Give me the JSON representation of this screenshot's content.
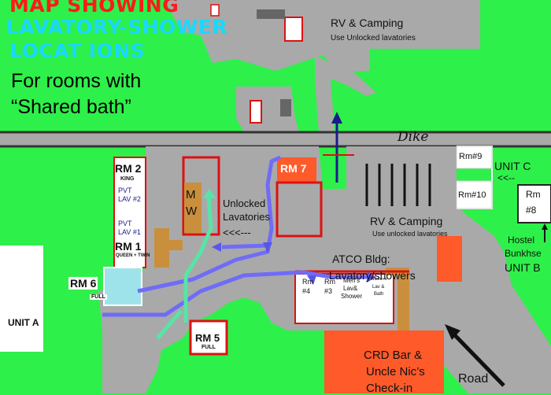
{
  "title_lines": [
    "MAP SHOWING",
    "LAVATORY-SHOWER",
    "LOCAT IONS"
  ],
  "subtitle_lines": [
    "For rooms with",
    "“Shared bath”"
  ],
  "labels": {
    "rv_top_1": "RV & Camping",
    "rv_top_2": "Use Unlocked lavatories",
    "dike": "Dike",
    "unlocked_1": "Unlocked",
    "unlocked_2": "Lavatories",
    "unlocked_3": "<<<---",
    "rv_mid_1": "RV & Camping",
    "rv_mid_2": "Use unlocked lavatories",
    "atco_1": "ATCO Bldg:",
    "atco_2": "Lavatory/showers",
    "unit_c": "UNIT C",
    "unit_c_arrow": "<<--",
    "hostel_1": "Hostel",
    "hostel_2": "Bunkhse",
    "hostel_3": "UNIT B",
    "unit_a": "UNIT A",
    "crd_1": "CRD Bar &",
    "crd_2": "Uncle Nic’s",
    "crd_3": "Check-in",
    "road": "Road",
    "m": "M",
    "w": "W"
  },
  "rooms": {
    "rm2": "RM 2",
    "rm2_sub": "KING",
    "pvt2_1": "PVT",
    "pvt2_2": "LAV #2",
    "pvt1_1": "PVT",
    "pvt1_2": "LAV #1",
    "rm1": "RM 1",
    "rm1_sub": "QUEEN + TWIN",
    "rm6": "RM 6",
    "rm6_sub": "FULL",
    "rm7": "RM 7",
    "rm5": "RM 5",
    "rm5_sub": "FULL",
    "rm9": "Rm#9",
    "rm10": "Rm#10",
    "rm8_1": "Rm",
    "rm8_2": "#8",
    "rm4_1": "Rm",
    "rm4_2": "#4",
    "rm3_1": "Rm",
    "rm3_2": "#3",
    "mens_1": "Men's",
    "mens_2": "Lav&",
    "mens_3": "Shower",
    "womens_1": "Women's",
    "womens_2": "Lav &",
    "womens_3": "Bath"
  },
  "colors": {
    "background": "#2ef04a",
    "road_gray": "#a9a9a9",
    "room_border": "#dd1111",
    "route_blue": "#6f6cf7",
    "route_teal": "#55e6a6",
    "building_orange": "#ff5a2a",
    "lavatory_tan": "#c98f3c",
    "title_red": "#ff1a1a",
    "title_cyan": "#19d9ff"
  }
}
